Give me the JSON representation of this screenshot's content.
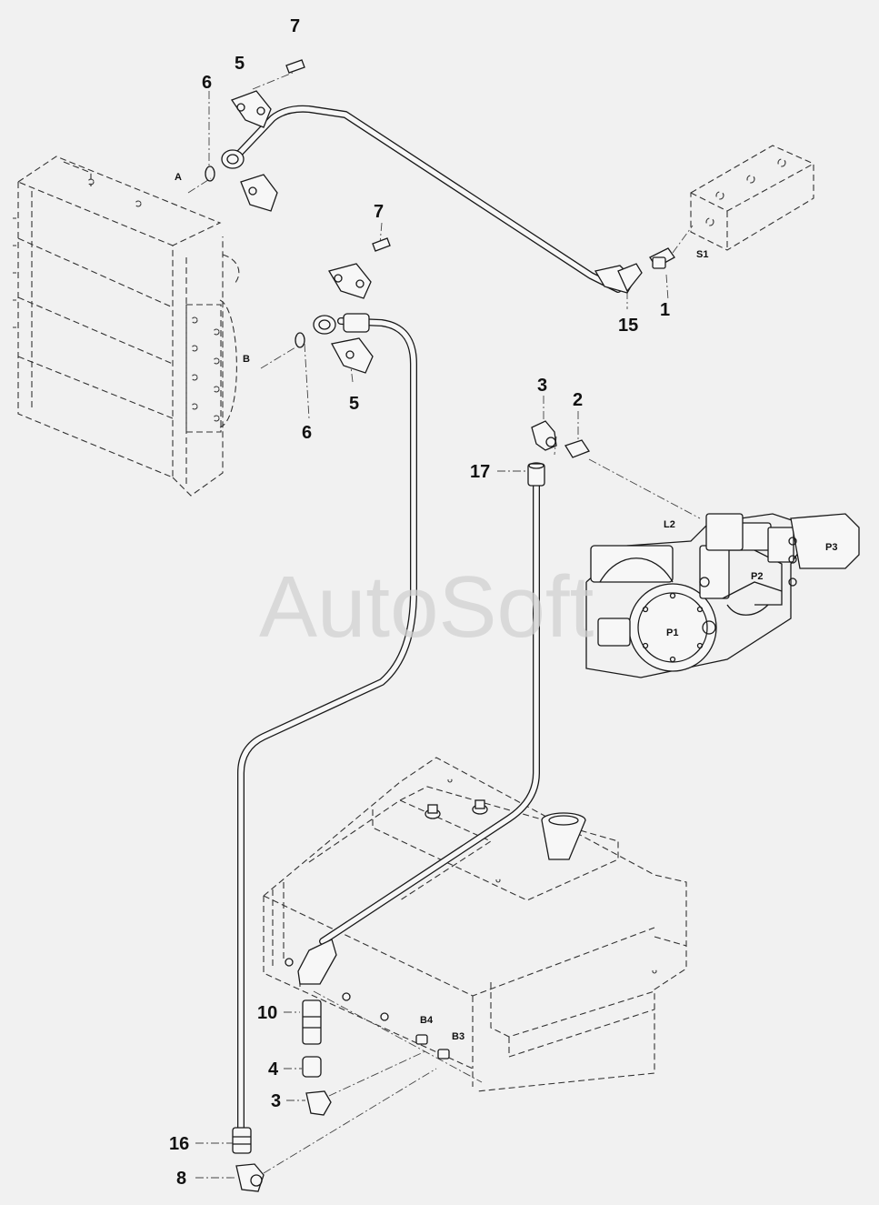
{
  "diagram": {
    "watermark": "AutoSoft",
    "part_numbers": [
      "7",
      "5",
      "6",
      "7",
      "5",
      "6",
      "15",
      "1",
      "3",
      "2",
      "17",
      "10",
      "4",
      "3",
      "16",
      "8"
    ],
    "connection_labels": [
      "A",
      "B",
      "S1",
      "L2",
      "P1",
      "P2",
      "P3",
      "B4",
      "B3"
    ]
  }
}
